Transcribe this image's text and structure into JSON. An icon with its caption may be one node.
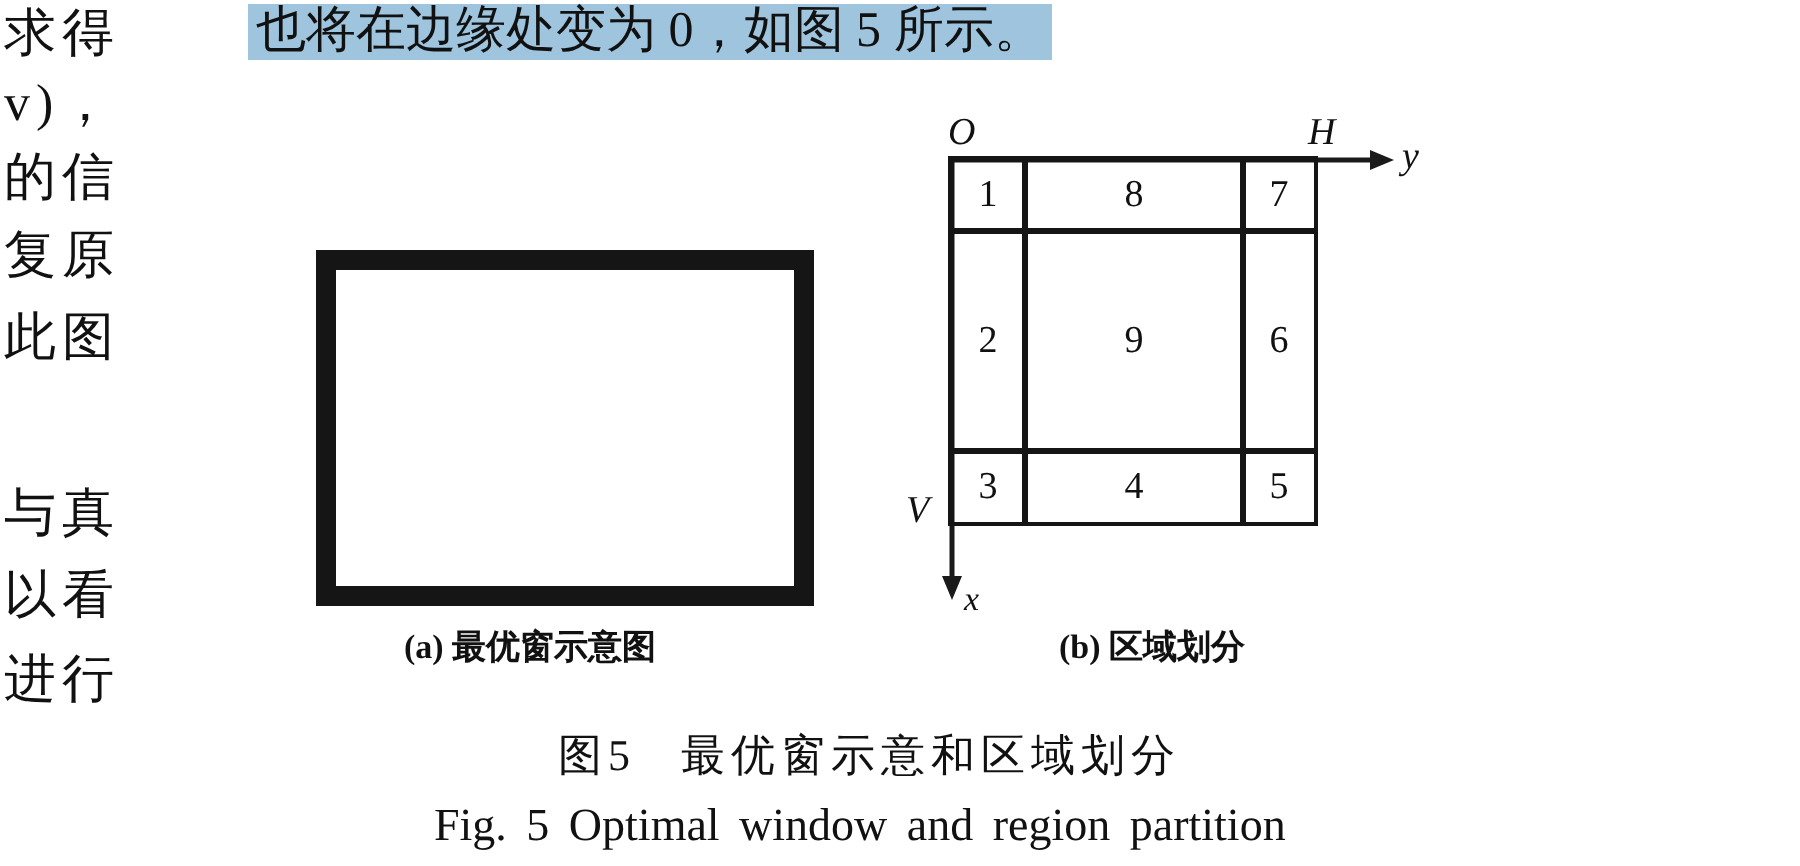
{
  "diagram": {
    "caption": "图5 最优窗示意和区域划分",
    "nodes": [
      {
        "text": [],
        "shape": "box",
        "beside": [
          "(a) 最优窗示意图"
        ]
      },
      {
        "text": [],
        "shape": "box",
        "beside": [
          "(b) 区域划分"
        ]
      },
      {
        "text": [
          "1"
        ],
        "in": 1
      },
      {
        "text": [
          "8"
        ],
        "in": 1
      },
      {
        "text": [
          "7"
        ],
        "in": 1
      },
      {
        "text": [
          "2"
        ],
        "in": 1
      },
      {
        "text": [
          "9"
        ],
        "in": 1
      },
      {
        "text": [
          "6"
        ],
        "in": 1
      },
      {
        "text": [
          "3"
        ],
        "in": 1
      },
      {
        "text": [
          "4"
        ],
        "in": 1
      },
      {
        "text": [
          "5"
        ],
        "in": 1
      }
    ],
    "labels": [
      "也将在边缘处变为 0，如图 5 所示。",
      "求得",
      "v)，",
      "的信",
      "复原",
      "此图",
      "与真",
      "以看",
      "进行",
      "O",
      "H",
      "y",
      "V",
      "x",
      "Fig. 5 Optimal window and region partition"
    ]
  }
}
